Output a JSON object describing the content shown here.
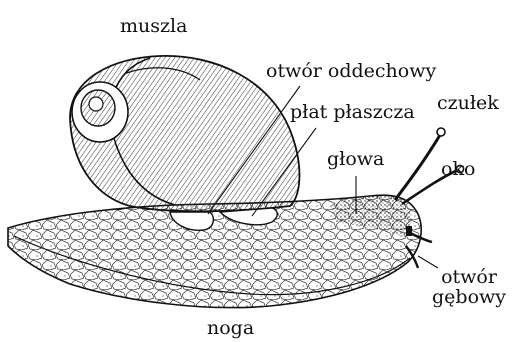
{
  "labels": {
    "shell": "muszla",
    "breathing_hole": "otwór oddechowy",
    "mantle_lobe": "płat płaszcza",
    "tentacle": "czułek",
    "head": "głowa",
    "eye": "oko",
    "mouth_line1": "otwór",
    "mouth_line2": "gębowy",
    "foot": "noga"
  },
  "colors": {
    "ink": "#111111",
    "background": "#ffffff"
  }
}
